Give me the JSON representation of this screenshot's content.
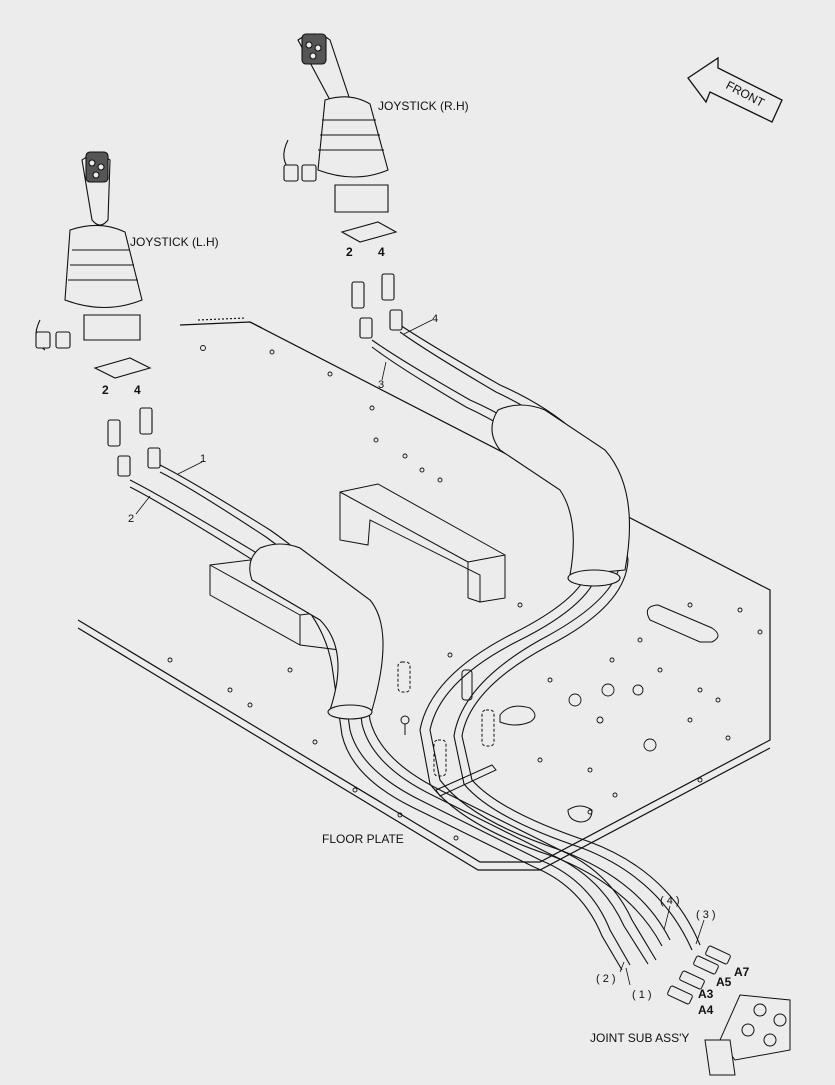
{
  "labels": {
    "front": "FRONT",
    "joystick_rh": "JOYSTICK (R.H)",
    "joystick_lh": "JOYSTICK (L.H)",
    "floor_plate": "FLOOR PLATE",
    "joint_sub_assy": "JOINT SUB ASS'Y"
  },
  "callouts": {
    "n1": "1",
    "n2": "2",
    "n3": "3",
    "n4": "4",
    "b2_left": "2",
    "b4_left": "4",
    "b2_right": "2",
    "b4_right": "4",
    "p1": "( 1 )",
    "p2": "( 2 )",
    "p3": "( 3 )",
    "p4": "( 4 )",
    "a3": "A3",
    "a4": "A4",
    "a5": "A5",
    "a7": "A7"
  }
}
